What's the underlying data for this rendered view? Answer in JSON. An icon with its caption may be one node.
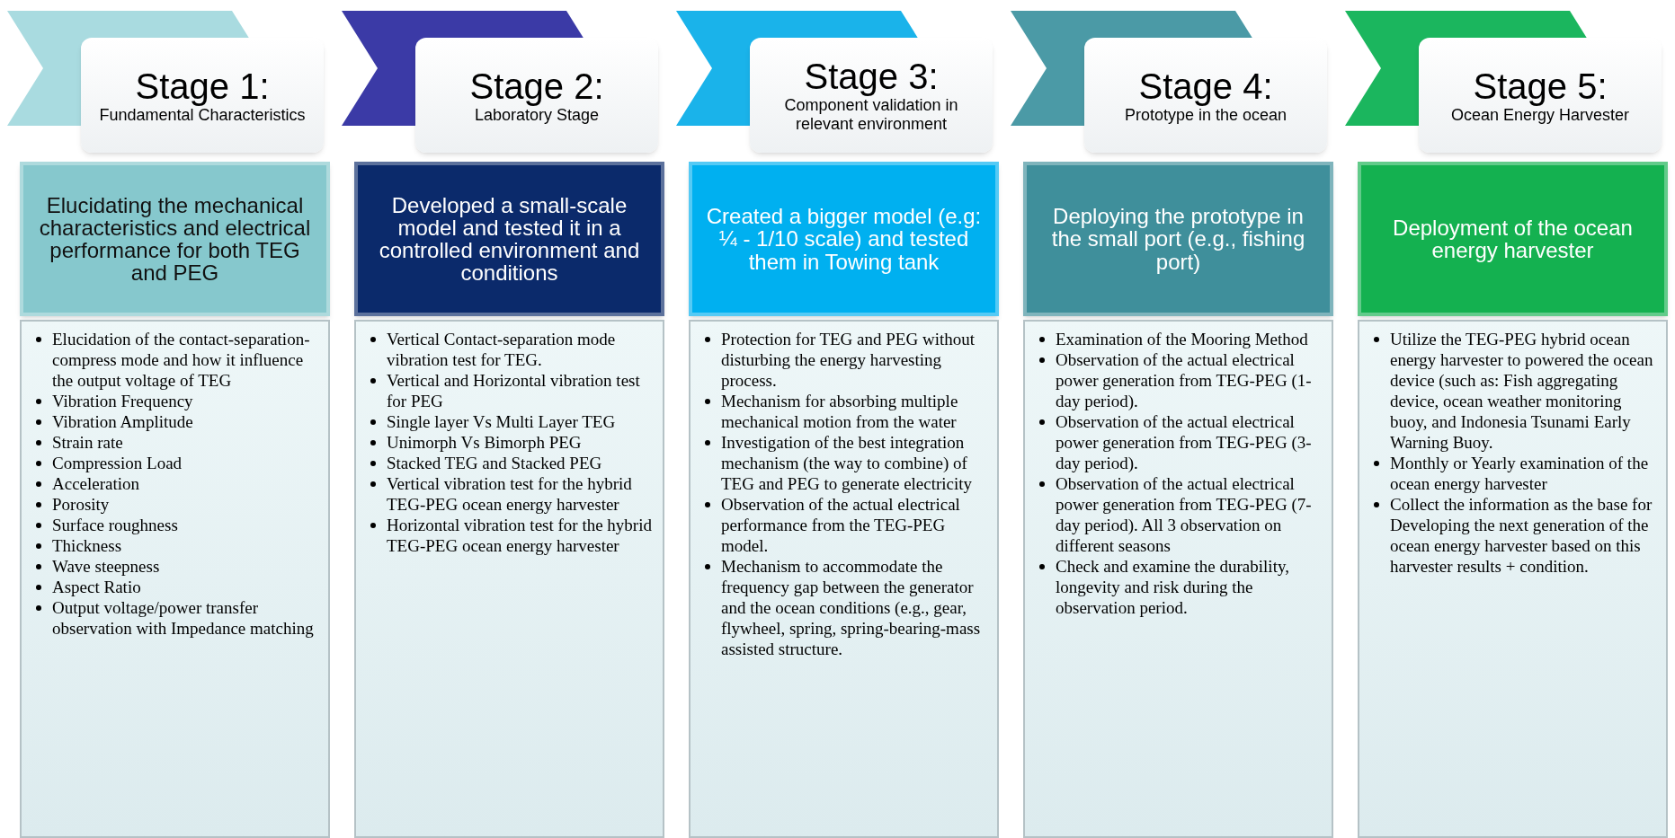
{
  "diagram": {
    "nodes": [
      {
        "text": [
          "Stage 1:",
          "Fundamental Characteristics"
        ]
      },
      {
        "text": [
          "Elucidating the mechanical characteristics and electrical performance for both TEG and PEG"
        ]
      },
      {
        "text": [
          "Elucidation of the contact-separation-compress mode and how it influence the output voltage of TEG",
          "Vibration Frequency",
          "Vibration Amplitude",
          "Strain rate",
          "Compression Load",
          "Acceleration",
          "Porosity",
          "Surface roughness",
          "Thickness",
          "Wave steepness",
          "Aspect Ratio",
          "Output voltage/power transfer observation with Impedance matching"
        ]
      },
      {
        "text": [
          "Stage 2:",
          "Laboratory Stage"
        ]
      },
      {
        "text": [
          "Developed a small-scale model and tested it in a controlled environment and conditions"
        ]
      },
      {
        "text": [
          "Vertical Contact-separation mode vibration test for TEG.",
          "Vertical and Horizontal vibration test for PEG",
          "Single layer Vs Multi Layer TEG",
          "Unimorph Vs Bimorph PEG",
          "Stacked TEG and Stacked PEG",
          "Vertical vibration test for the hybrid TEG-PEG ocean energy harvester",
          "Horizontal vibration test for the hybrid TEG-PEG ocean energy harvester"
        ]
      },
      {
        "text": [
          "Stage 3:",
          "Component validation in relevant environment"
        ]
      },
      {
        "text": [
          "Created a bigger model (e.g: ¼ - 1/10 scale) and tested them in Towing tank"
        ]
      },
      {
        "text": [
          "Protection for TEG and PEG without disturbing the energy harvesting process.",
          "Mechanism for absorbing multiple mechanical motion from the water",
          "Investigation of the best integration mechanism (the way to combine) of TEG and PEG to generate electricity",
          "Observation of the actual electrical performance from the TEG-PEG model.",
          "Mechanism to accommodate the frequency gap between the generator and the ocean conditions (e.g., gear, flywheel, spring, spring-bearing-mass assisted structure."
        ]
      },
      {
        "text": [
          "Stage 4:",
          "Prototype in the ocean"
        ]
      },
      {
        "text": [
          "Deploying the prototype in the small port (e.g., fishing port)"
        ]
      },
      {
        "text": [
          "Examination of the Mooring Method",
          "Observation of the actual electrical power generation from TEG-PEG (1-day period).",
          "Observation of the actual electrical power generation from TEG-PEG (3-day period).",
          "Observation of the actual electrical power generation from TEG-PEG (7-day period). All 3 observation on different seasons",
          "Check and examine the durability, longevity and risk during the observation period."
        ]
      },
      {
        "text": [
          "Stage 5:",
          "Ocean Energy Harvester"
        ]
      },
      {
        "text": [
          "Deployment of the ocean energy harvester"
        ]
      },
      {
        "text": [
          "Utilize the TEG-PEG hybrid ocean energy harvester to powered the ocean device (such as: Fish aggregating device, ocean weather monitoring buoy, and Indonesia Tsunami Early Warning Buoy.",
          "Monthly or Yearly examination of the ocean energy harvester",
          "Collect the information as the base for Developing the next generation of the ocean energy harvester based on this harvester results + condition."
        ]
      }
    ],
    "edges": []
  }
}
